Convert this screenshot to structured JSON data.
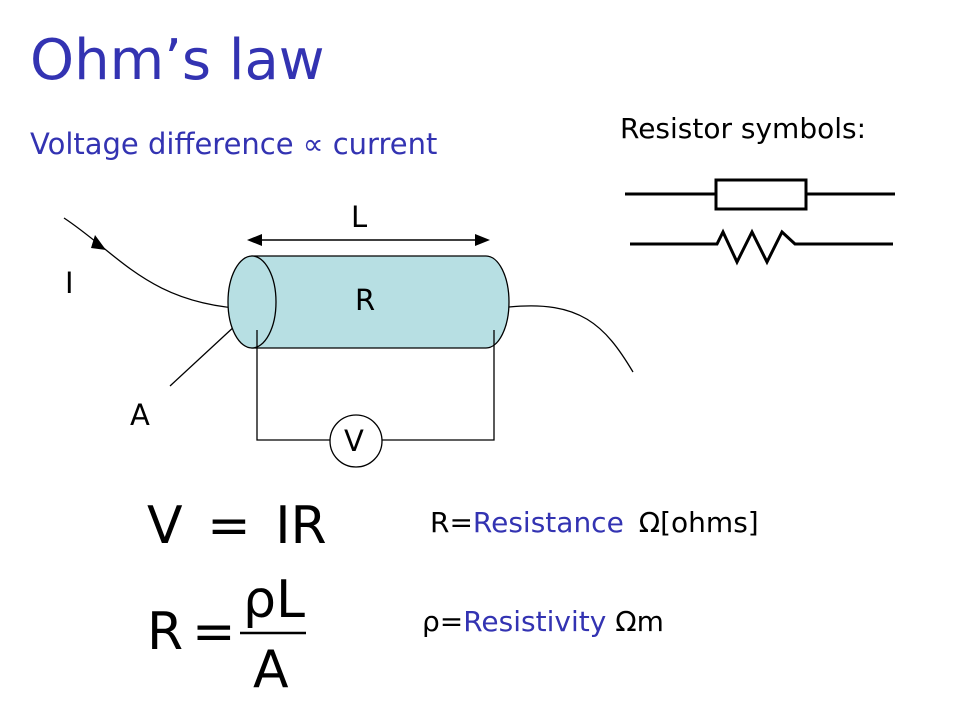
{
  "slide": {
    "title": "Ohm’s law",
    "subtitle": "Voltage difference ∝ current",
    "resistor_heading": "Resistor symbols:"
  },
  "diagram": {
    "length_label": "L",
    "current_label": "I",
    "resistance_label": "R",
    "area_label": "A",
    "voltmeter_label": "V"
  },
  "equations": {
    "eq1": {
      "lhs": "V",
      "equals": "=",
      "rhs": "IR"
    },
    "eq2": {
      "lhs": "R",
      "equals": "=",
      "numerator": "ρL",
      "denominator": "A"
    }
  },
  "definitions": {
    "resistance": {
      "symbol": "R=",
      "term": "Resistance",
      "unit": "Ω[ohms]"
    },
    "resistivity": {
      "symbol": "ρ=",
      "term": "Resistivity",
      "unit": "Ωm"
    }
  },
  "colors": {
    "accent": "#3333b2",
    "cylinder_fill": "#b7dfe3",
    "line": "#000000"
  }
}
